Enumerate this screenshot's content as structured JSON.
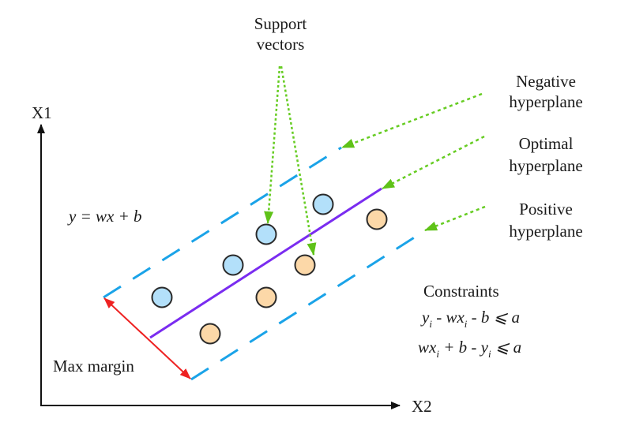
{
  "diagram": {
    "title": "Support Vector Regression hyperplane diagram",
    "axes": {
      "y_label": "X1",
      "x_label": "X2"
    },
    "equation": "y = wx + b",
    "labels": {
      "support_vectors_line1": "Support",
      "support_vectors_line2": "vectors",
      "negative_line1": "Negative",
      "negative_line2": "hyperplane",
      "optimal_line1": "Optimal",
      "optimal_line2": "hyperplane",
      "positive_line1": "Positive",
      "positive_line2": "hyperplane",
      "max_margin": "Max margin"
    },
    "constraints": {
      "title": "Constraints",
      "c1": {
        "t1": "y",
        "s1": "i",
        "t2": " - wx",
        "s2": "i",
        "t3": " - b ⩽ a"
      },
      "c2": {
        "t1": "wx",
        "s1": "i",
        "t2": " + b - y",
        "s2": "i",
        "t3": " ⩽ a"
      }
    },
    "points": {
      "negative_class": [
        {
          "name": "blue-point-1"
        },
        {
          "name": "blue-point-2"
        },
        {
          "name": "blue-point-3",
          "support_vector": true
        },
        {
          "name": "blue-point-4"
        }
      ],
      "positive_class": [
        {
          "name": "orange-point-1"
        },
        {
          "name": "orange-point-2"
        },
        {
          "name": "orange-point-3",
          "support_vector": true
        },
        {
          "name": "orange-point-4"
        }
      ]
    },
    "colors": {
      "negative_point": "#b3e0fa",
      "positive_point": "#fcd8a8",
      "point_stroke": "#2a2a2a",
      "margin_line": "#1aa3e8",
      "optimal_line": "#7a2cf0",
      "annotation_arrow": "#66cc22",
      "margin_arrow": "#ee2222",
      "axis": "#111111"
    }
  }
}
